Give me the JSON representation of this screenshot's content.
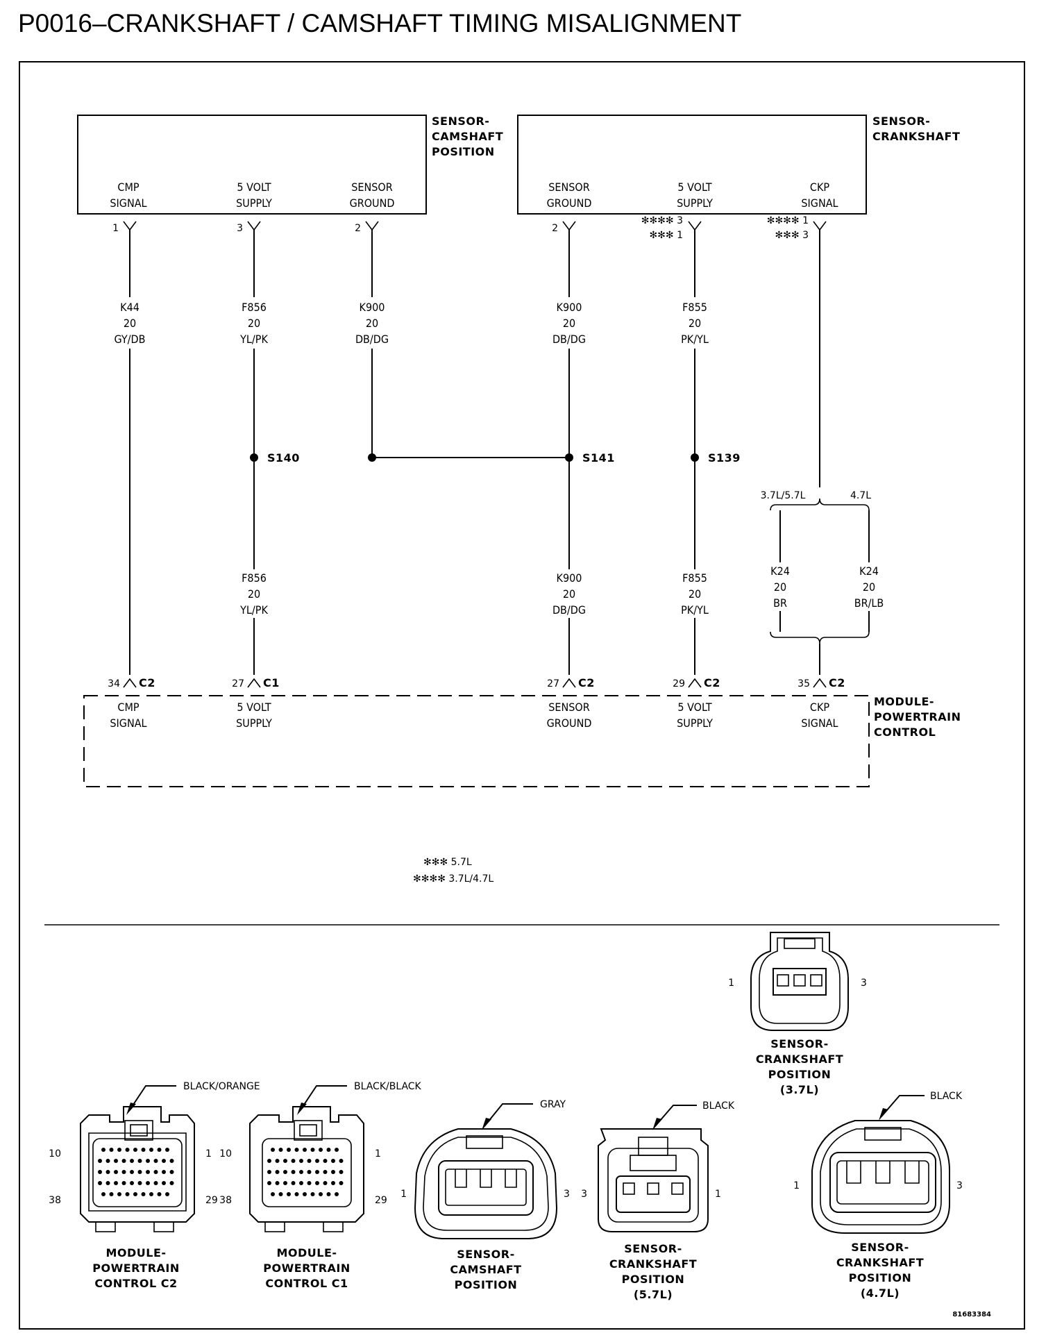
{
  "title": "P0016–CRANKSHAFT / CAMSHAFT TIMING MISALIGNMENT",
  "components": {
    "cmp_sensor": {
      "name": [
        "SENSOR-",
        "CAMSHAFT",
        "POSITION"
      ],
      "pins": [
        {
          "l1": "CMP",
          "l2": "SIGNAL"
        },
        {
          "l1": "5 VOLT",
          "l2": "SUPPLY"
        },
        {
          "l1": "SENSOR",
          "l2": "GROUND"
        }
      ]
    },
    "ckp_sensor": {
      "name": [
        "SENSOR-",
        "CRANKSHAFT"
      ],
      "pins": [
        {
          "l1": "SENSOR",
          "l2": "GROUND"
        },
        {
          "l1": "5 VOLT",
          "l2": "SUPPLY"
        },
        {
          "l1": "CKP",
          "l2": "SIGNAL"
        }
      ]
    },
    "pcm": {
      "name": [
        "MODULE-",
        "POWERTRAIN",
        "CONTROL"
      ],
      "pins": [
        {
          "l1": "CMP",
          "l2": "SIGNAL"
        },
        {
          "l1": "5 VOLT",
          "l2": "SUPPLY"
        },
        {
          "l1": "SENSOR",
          "l2": "GROUND"
        },
        {
          "l1": "5 VOLT",
          "l2": "SUPPLY"
        },
        {
          "l1": "CKP",
          "l2": "SIGNAL"
        }
      ]
    }
  },
  "sensor_pins": {
    "cmp": [
      "1",
      "3",
      "2"
    ],
    "ckp_ground": "2",
    "ckp_5v": [
      "✻✻✻✻ 3",
      "✻✻✻ 1"
    ],
    "ckp_signal": [
      "✻✻✻✻ 1",
      "✻✻✻ 3"
    ]
  },
  "wires": {
    "k44": {
      "circuit": "K44",
      "gauge": "20",
      "color": "GY/DB"
    },
    "f856_top": {
      "circuit": "F856",
      "gauge": "20",
      "color": "YL/PK"
    },
    "k900_a": {
      "circuit": "K900",
      "gauge": "20",
      "color": "DB/DG"
    },
    "k900_b": {
      "circuit": "K900",
      "gauge": "20",
      "color": "DB/DG"
    },
    "f855_top": {
      "circuit": "F855",
      "gauge": "20",
      "color": "PK/YL"
    },
    "f856_bot": {
      "circuit": "F856",
      "gauge": "20",
      "color": "YL/PK"
    },
    "k900_bot": {
      "circuit": "K900",
      "gauge": "20",
      "color": "DB/DG"
    },
    "f855_bot": {
      "circuit": "F855",
      "gauge": "20",
      "color": "PK/YL"
    },
    "k24_a": {
      "circuit": "K24",
      "gauge": "20",
      "color": "BR"
    },
    "k24_b": {
      "circuit": "K24",
      "gauge": "20",
      "color": "BR/LB"
    }
  },
  "splices": [
    "S140",
    "S141",
    "S139"
  ],
  "engine_options": [
    "3.7L/5.7L",
    "4.7L"
  ],
  "pcm_pins": [
    {
      "pin": "34",
      "conn": "C2"
    },
    {
      "pin": "27",
      "conn": "C1"
    },
    {
      "pin": "27",
      "conn": "C2"
    },
    {
      "pin": "29",
      "conn": "C2"
    },
    {
      "pin": "35",
      "conn": "C2"
    }
  ],
  "legend": [
    "✻✻✻ 5.7L",
    "✻✻✻✻ 3.7L/4.7L"
  ],
  "connector_views": {
    "pcm_c2": {
      "color": "BLACK/ORANGE",
      "name": [
        "MODULE-",
        "POWERTRAIN",
        "CONTROL C2"
      ],
      "pins": [
        "10",
        "1",
        "38",
        "29"
      ]
    },
    "pcm_c1": {
      "color": "BLACK/BLACK",
      "name": [
        "MODULE-",
        "POWERTRAIN",
        "CONTROL C1"
      ],
      "pins": [
        "10",
        "1",
        "38",
        "29"
      ]
    },
    "cmp": {
      "color": "GRAY",
      "name": [
        "SENSOR-",
        "CAMSHAFT",
        "POSITION"
      ],
      "pins": [
        "1",
        "3"
      ]
    },
    "ckp_57": {
      "color": "BLACK",
      "name": [
        "SENSOR-",
        "CRANKSHAFT",
        "POSITION",
        "(5.7L)"
      ],
      "pins": [
        "3",
        "1"
      ]
    },
    "ckp_47": {
      "color": "BLACK",
      "name": [
        "SENSOR-",
        "CRANKSHAFT",
        "POSITION",
        "(4.7L)"
      ],
      "pins": [
        "1",
        "3"
      ]
    },
    "ckp_37": {
      "name": [
        "SENSOR-",
        "CRANKSHAFT",
        "POSITION",
        "(3.7L)"
      ],
      "pins": [
        "1",
        "3"
      ]
    }
  },
  "figure_id": "81683384"
}
